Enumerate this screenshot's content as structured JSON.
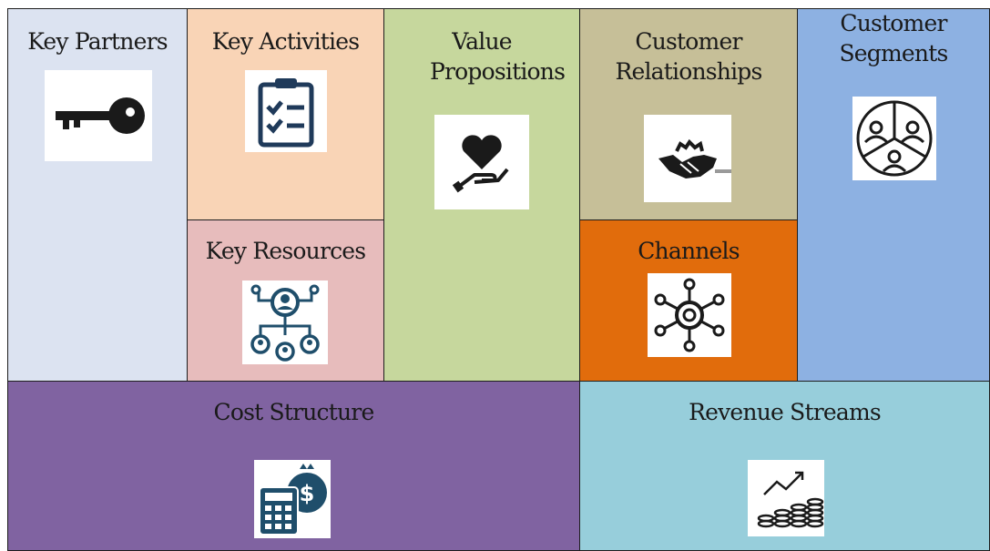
{
  "canvas": {
    "blocks": [
      {
        "id": "key-partners",
        "title": "Key Partners",
        "color": "#dce3f1",
        "icon": "key-icon"
      },
      {
        "id": "key-activities",
        "title": "Key Activities",
        "color": "#f9d4b6",
        "icon": "checklist-clipboard-icon"
      },
      {
        "id": "key-resources",
        "title": "Key Resources",
        "color": "#e7bcbc",
        "icon": "resources-network-icon"
      },
      {
        "id": "value-propositions",
        "title": "Value Propositions",
        "color": "#c6d79d",
        "icon": "heart-hand-icon"
      },
      {
        "id": "customer-relationships",
        "title": "Customer Relationships",
        "color": "#c6bf98",
        "icon": "handshake-icon"
      },
      {
        "id": "channels",
        "title": "Channels",
        "color": "#e16c0c",
        "icon": "channels-hub-icon"
      },
      {
        "id": "customer-segments",
        "title": "Customer Segments",
        "color": "#8db1e2",
        "icon": "segments-pie-icon"
      },
      {
        "id": "cost-structure",
        "title": "Cost Structure",
        "color": "#8063a1",
        "icon": "calculator-money-icon"
      },
      {
        "id": "revenue-streams",
        "title": "Revenue Streams",
        "color": "#97cedb",
        "icon": "growth-coins-icon"
      }
    ]
  }
}
